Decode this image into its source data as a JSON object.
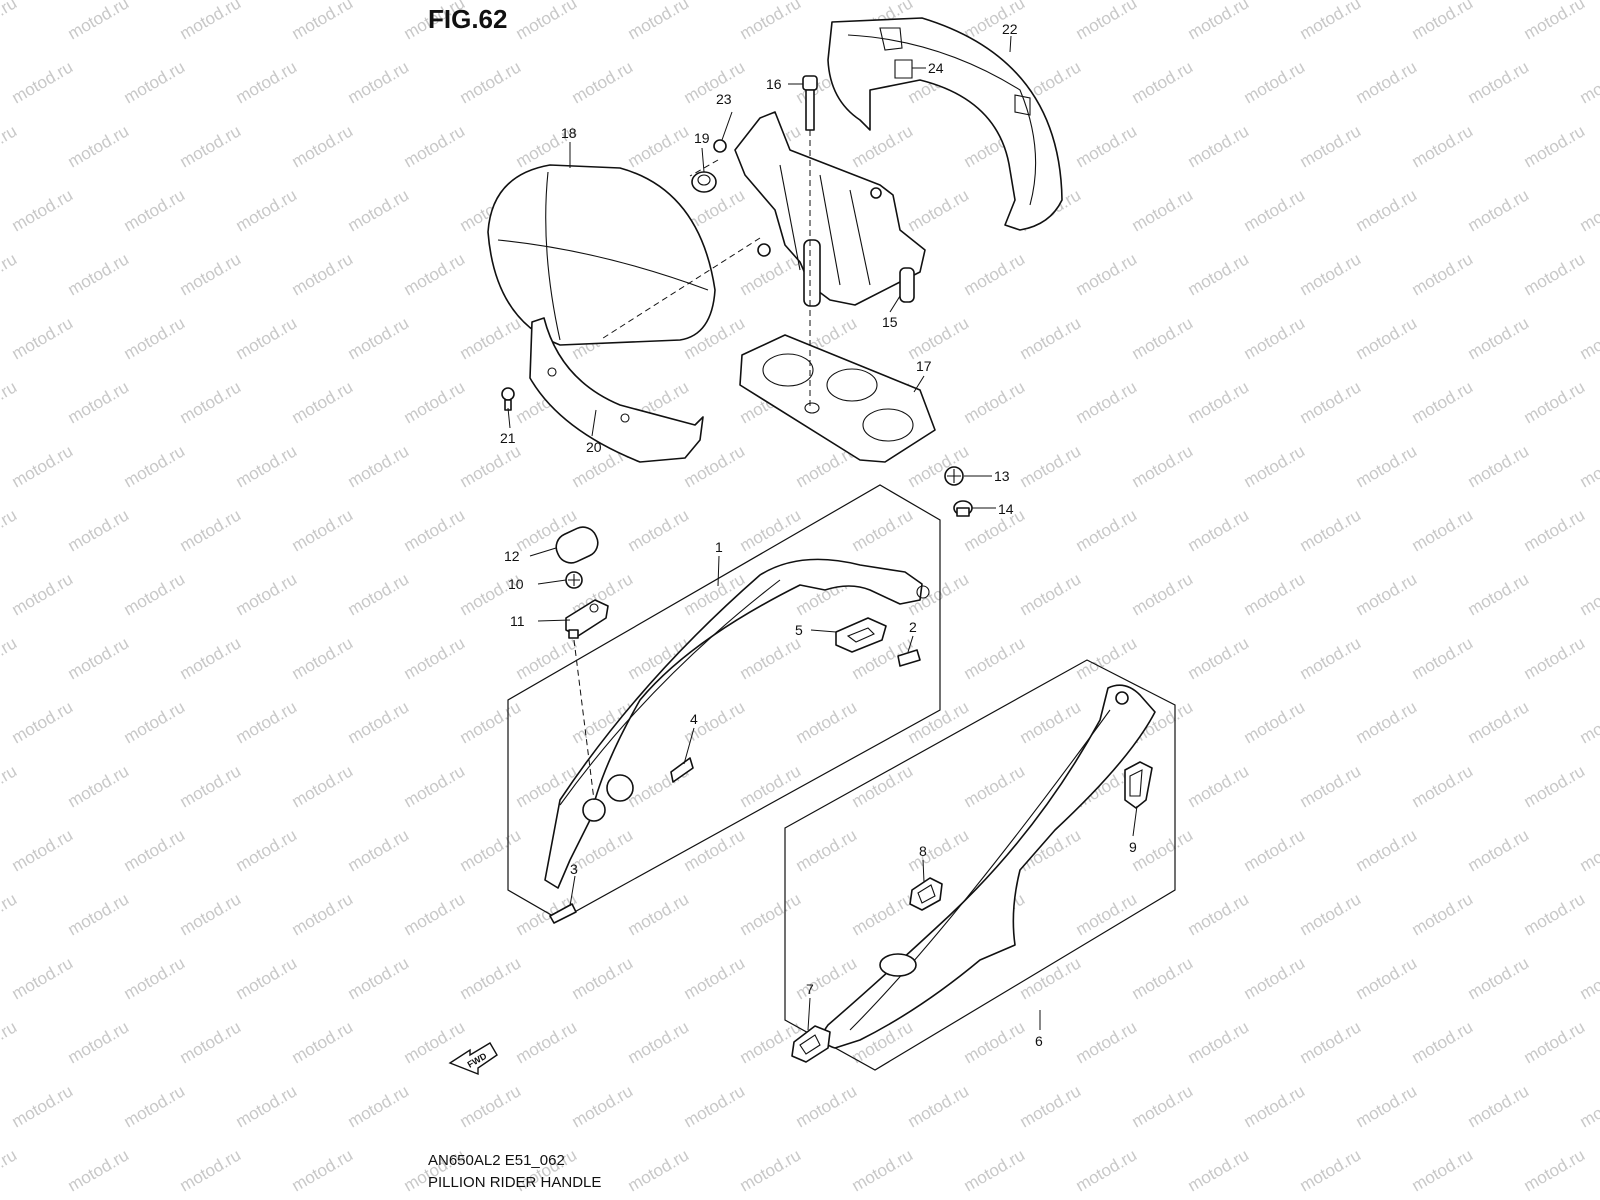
{
  "figure": {
    "title": "FIG.62",
    "code": "AN650AL2 E51_062",
    "caption": "PILLION RIDER HANDLE",
    "watermark": "motod.ru",
    "direction_label": "FWD"
  },
  "callouts": [
    {
      "id": "1",
      "label": "1"
    },
    {
      "id": "2",
      "label": "2"
    },
    {
      "id": "3",
      "label": "3"
    },
    {
      "id": "4",
      "label": "4"
    },
    {
      "id": "5",
      "label": "5"
    },
    {
      "id": "6",
      "label": "6"
    },
    {
      "id": "7",
      "label": "7"
    },
    {
      "id": "8",
      "label": "8"
    },
    {
      "id": "9",
      "label": "9"
    },
    {
      "id": "10",
      "label": "10"
    },
    {
      "id": "11",
      "label": "11"
    },
    {
      "id": "12",
      "label": "12"
    },
    {
      "id": "13",
      "label": "13"
    },
    {
      "id": "14",
      "label": "14"
    },
    {
      "id": "15",
      "label": "15"
    },
    {
      "id": "16",
      "label": "16"
    },
    {
      "id": "17",
      "label": "17"
    },
    {
      "id": "18",
      "label": "18"
    },
    {
      "id": "19",
      "label": "19"
    },
    {
      "id": "20",
      "label": "20"
    },
    {
      "id": "21",
      "label": "21"
    },
    {
      "id": "22",
      "label": "22"
    },
    {
      "id": "23",
      "label": "23"
    },
    {
      "id": "24",
      "label": "24"
    }
  ]
}
